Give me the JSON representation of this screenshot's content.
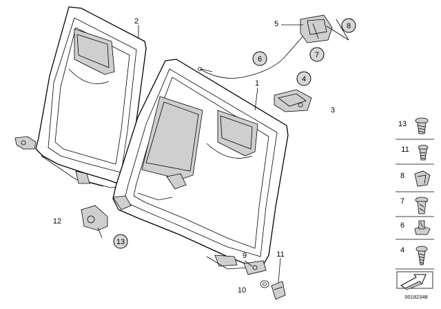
{
  "callouts": {
    "c1": "1",
    "c2": "2",
    "c3": "3",
    "c4": "4",
    "c5": "5",
    "c6": "6",
    "c7": "7",
    "c8": "8",
    "c9": "9",
    "c10": "10",
    "c11": "11",
    "c12": "12",
    "c13": "13"
  },
  "legend": {
    "items": [
      "13",
      "11",
      "8",
      "7",
      "6",
      "4"
    ]
  },
  "diagram_code": "00182348"
}
